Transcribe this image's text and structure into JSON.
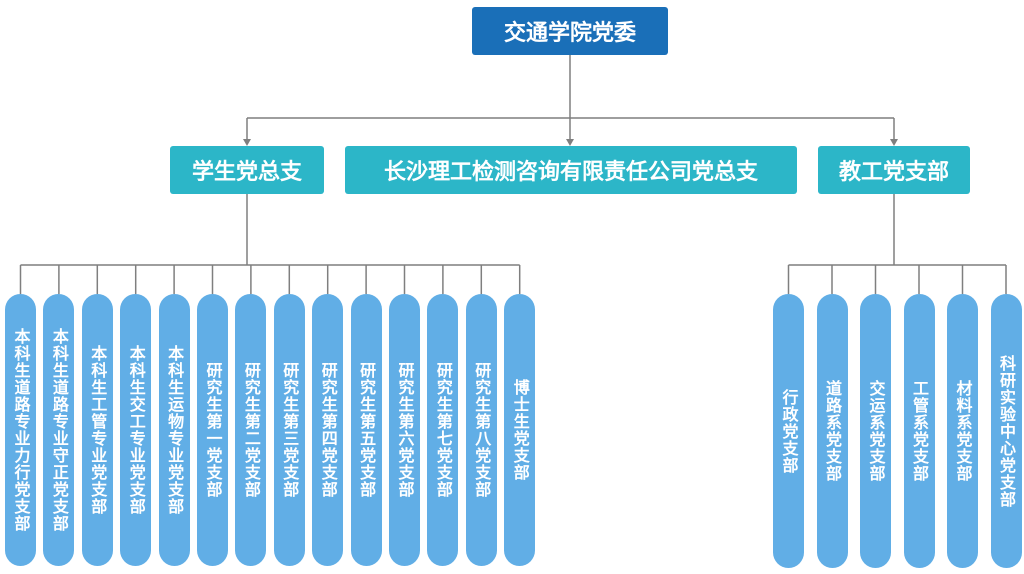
{
  "root": {
    "label": "交通学院党委"
  },
  "groups": [
    {
      "label": "学生党总支",
      "children": [
        "本科生道路专业力行党支部",
        "本科生道路专业守正党支部",
        "本科生工管专业党支部",
        "本科生交工专业党支部",
        "本科生运物专业党支部",
        "研究生第一党支部",
        "研究生第二党支部",
        "研究生第三党支部",
        "研究生第四党支部",
        "研究生第五党支部",
        "研究生第六党支部",
        "研究生第七党支部",
        "研究生第八党支部",
        "博士生党支部"
      ]
    },
    {
      "label": "长沙理工检测咨询有限责任公司党总支",
      "children": []
    },
    {
      "label": "教工党支部",
      "children": [
        "行政党支部",
        "道路系党支部",
        "交运系党支部",
        "工管系党支部",
        "材料系党支部",
        "科研实验中心党支部"
      ]
    }
  ],
  "colors": {
    "root": "#1a6fb8",
    "group": "#2cb6c8",
    "leaf": "#61aee6",
    "connector": "#7f7f7f"
  }
}
